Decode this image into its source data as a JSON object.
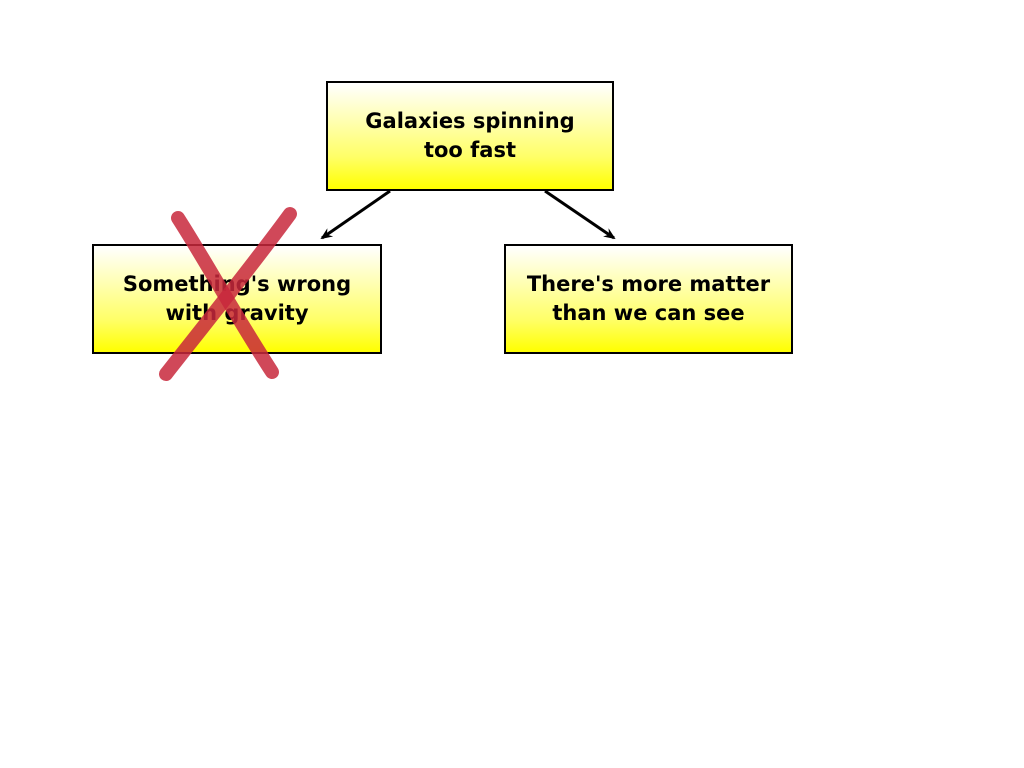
{
  "diagram": {
    "nodes": {
      "root": {
        "label": "Galaxies spinning\ntoo fast"
      },
      "left": {
        "label": "Something's wrong\nwith gravity",
        "status": "rejected"
      },
      "right": {
        "label": "There's more matter\nthan we can see"
      }
    },
    "edges": [
      {
        "from": "root",
        "to": "left"
      },
      {
        "from": "root",
        "to": "right"
      }
    ],
    "colors": {
      "box_fill_top": "#ffffff",
      "box_fill_bottom": "#ffff00",
      "box_border": "#000000",
      "arrow": "#000000",
      "strike_mark": "#c8283c"
    }
  }
}
